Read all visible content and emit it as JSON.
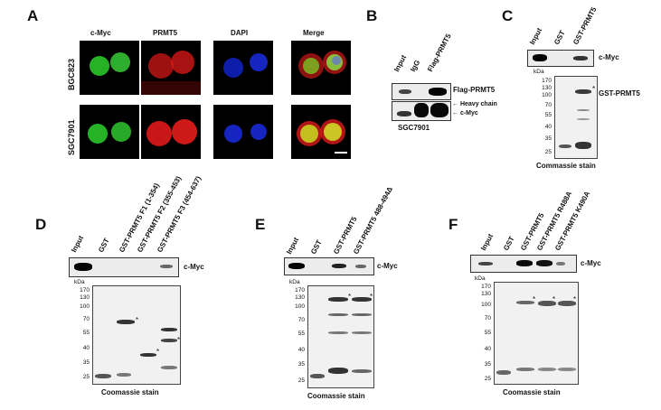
{
  "panels": {
    "A": {
      "label": "A",
      "columns": [
        "c-Myc",
        "PRMT5",
        "DAPI",
        "Merge"
      ],
      "rows": [
        "BGC823",
        "SGC7901"
      ]
    },
    "B": {
      "label": "B",
      "lanes": [
        "Input",
        "IgG",
        "Flag-PRMT5"
      ],
      "blot1": "Flag-PRMT5",
      "blot2_a": "Heavy chain",
      "blot2_b": "c-Myc",
      "cell": "SGC7901"
    },
    "C": {
      "label": "C",
      "lanes": [
        "Input",
        "GST",
        "GST-PRMT5"
      ],
      "blot": "c-Myc",
      "gel_band": "GST-PRMT5",
      "kda": "kDa",
      "markers": [
        "170",
        "130",
        "100",
        "70",
        "55",
        "40",
        "35",
        "25"
      ],
      "stain": "Commassie stain"
    },
    "D": {
      "label": "D",
      "lanes": [
        "Input",
        "GST",
        "GST-PRMT5 F1 (1-354)",
        "GST-PRMT5 F2 (355-453)",
        "GST-PRMT5 F3 (454-637)"
      ],
      "blot": "c-Myc",
      "kda": "kDa",
      "markers": [
        "170",
        "130",
        "100",
        "70",
        "55",
        "40",
        "35",
        "25"
      ],
      "stain": "Coomassie stain"
    },
    "E": {
      "label": "E",
      "lanes": [
        "Input",
        "GST",
        "GST-PRMT5",
        "GST-PRMT5 488-494Δ"
      ],
      "blot": "c-Myc",
      "kda": "kDa",
      "markers": [
        "170",
        "130",
        "100",
        "70",
        "55",
        "40",
        "35",
        "25"
      ],
      "stain": "Coomassie stain"
    },
    "F": {
      "label": "F",
      "lanes": [
        "Input",
        "GST",
        "GST-PRMT5",
        "GST-PRMT5 R488A",
        "GST-PRMT5 K490A"
      ],
      "blot": "c-Myc",
      "kda": "kDa",
      "markers": [
        "170",
        "130",
        "100",
        "70",
        "55",
        "40",
        "35",
        "25"
      ],
      "stain": "Coomassie stain"
    }
  },
  "star": "*",
  "colors": {
    "green": "#2bd12b",
    "red": "#e01818",
    "blue": "#1a2be0",
    "black": "#000000"
  }
}
